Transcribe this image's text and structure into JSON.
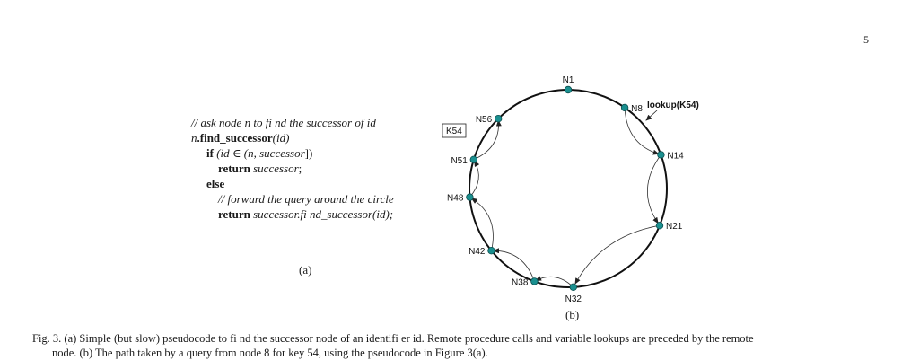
{
  "page_number": "5",
  "pseudocode": {
    "comment": "// ask node ",
    "comment_var": "n",
    "comment_rest": " to fi nd the successor of ",
    "comment_id": "id",
    "func_obj": "n",
    "func_name": ".find_successor",
    "func_arg": "(id)",
    "if_kw": "if",
    "if_cond_a": " (id ∈ (n, ",
    "if_cond_b": "successor",
    "if_cond_c": "])",
    "return_kw": "return",
    "return_val": "successor",
    "semicolon": ";",
    "else_kw": "else",
    "forward_comment": "// forward the query around the circle",
    "return2_kw": "return",
    "return2_val": "successor.fi nd_successor",
    "return2_arg": "(id);"
  },
  "label_a": "(a)",
  "label_b": "(b)",
  "ring": {
    "nodes": [
      {
        "id": "N1",
        "angle": 0
      },
      {
        "id": "N8",
        "angle": 35
      },
      {
        "id": "N14",
        "angle": 70
      },
      {
        "id": "N21",
        "angle": 112
      },
      {
        "id": "N32",
        "angle": 177
      },
      {
        "id": "N38",
        "angle": 200
      },
      {
        "id": "N42",
        "angle": 231
      },
      {
        "id": "N48",
        "angle": 265
      },
      {
        "id": "N51",
        "angle": 287
      },
      {
        "id": "N56",
        "angle": 315
      }
    ],
    "path": [
      "N8",
      "N14",
      "N21",
      "N32",
      "N38",
      "N42",
      "N48",
      "N51",
      "N56"
    ],
    "lookup_label": "lookup(K54)",
    "key_label": "K54",
    "node_color": "#1a8f8f"
  },
  "caption": {
    "line1": "Fig. 3.   (a) Simple (but slow) pseudocode to fi nd the successor node of an identifi er id. Remote procedure calls and variable lookups are preceded by the remote",
    "line2": "node.  (b) The path taken by a query from node 8 for key 54, using the pseudocode in Figure 3(a)."
  }
}
